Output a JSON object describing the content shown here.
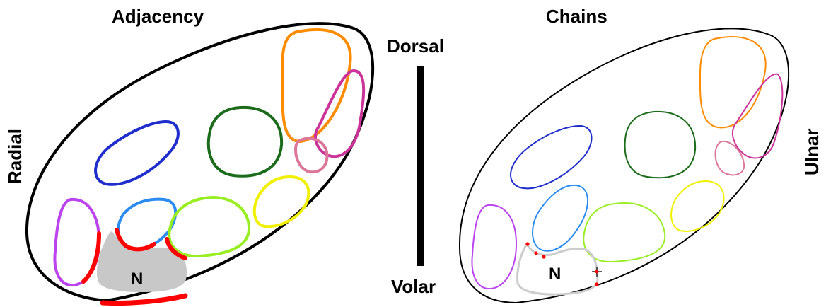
{
  "panels": {
    "left_title": "Adjacency",
    "right_title": "Chains"
  },
  "orientation": {
    "dorsal": "Dorsal",
    "volar": "Volar",
    "radial": "Radial",
    "ulnar": "Ulnar"
  },
  "nerve_label": "N",
  "colors": {
    "outline": "#000000",
    "adjacency_highlight": "#ff0000",
    "nerve_fill": "#c8c8c8",
    "nerve_outline": "#cccccc",
    "fascicles": {
      "orange": "#ff8c00",
      "magenta": "#cc3399",
      "pink": "#dd7799",
      "dark_green": "#1a6b1a",
      "blue": "#1f2dcc",
      "light_blue": "#2a8cf0",
      "yellow": "#f0f000",
      "lime": "#99ee22",
      "purple": "#bb44ee"
    }
  }
}
